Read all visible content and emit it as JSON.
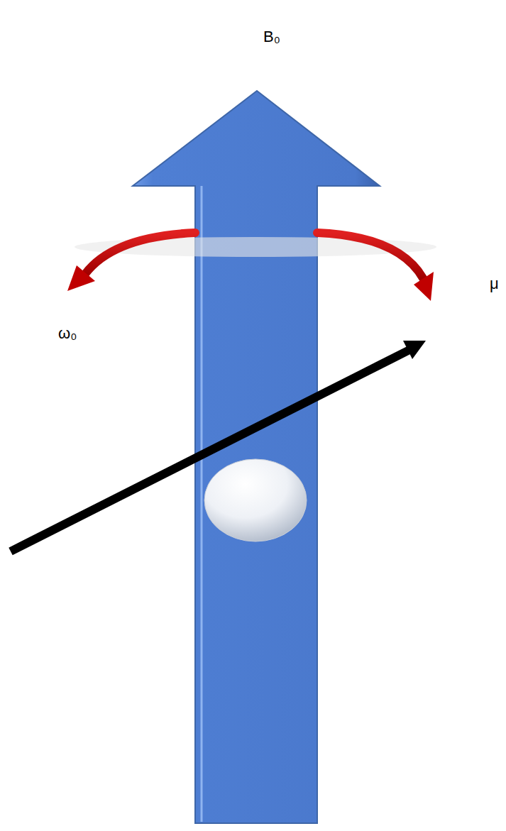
{
  "diagram": {
    "labels": [
      "B₀",
      "μ",
      "ω₀"
    ]
  }
}
